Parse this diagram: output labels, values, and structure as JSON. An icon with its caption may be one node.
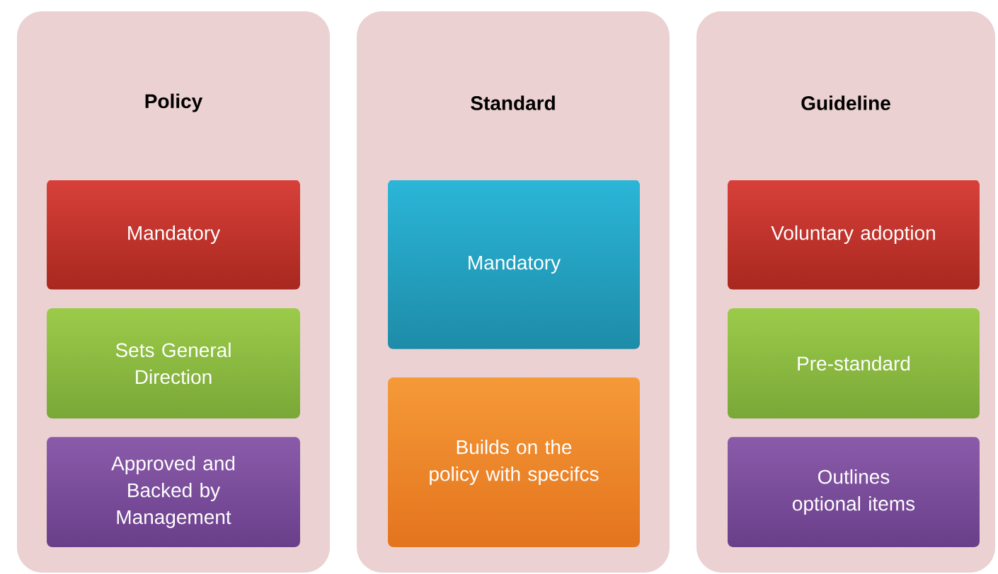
{
  "diagram": {
    "nodes": [
      {
        "text": [
          "Policy"
        ]
      },
      {
        "text": [
          "Mandatory"
        ],
        "in": 0
      },
      {
        "text": [
          "Sets General Direction"
        ],
        "in": 0
      },
      {
        "text": [
          "Approved and Backed by Management"
        ],
        "in": 0
      },
      {
        "text": [
          "Standard"
        ]
      },
      {
        "text": [
          "Mandatory"
        ],
        "in": 4
      },
      {
        "text": [
          "Builds on the policy with specifcs"
        ],
        "in": 4
      },
      {
        "text": [
          "Guideline"
        ]
      },
      {
        "text": [
          "Voluntary adoption"
        ],
        "in": 7
      },
      {
        "text": [
          "Pre-standard"
        ],
        "in": 7
      },
      {
        "text": [
          "Outlines optional items"
        ],
        "in": 7
      }
    ]
  }
}
